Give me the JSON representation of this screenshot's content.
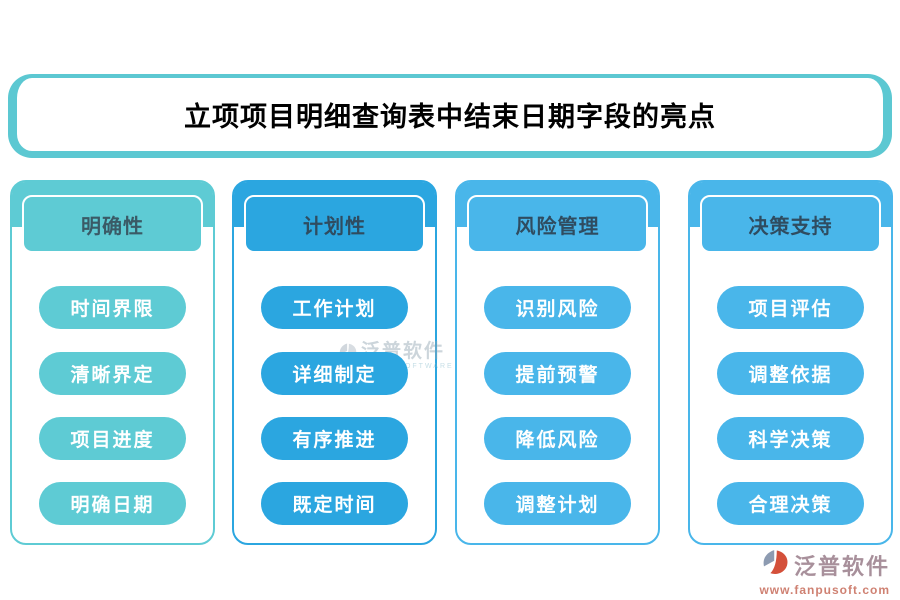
{
  "title": "立项项目明细查询表中结束日期字段的亮点",
  "columns": [
    {
      "title": "明确性",
      "color": "#5ecbd4",
      "items": [
        "时间界限",
        "清晰界定",
        "项目进度",
        "明确日期"
      ]
    },
    {
      "title": "计划性",
      "color": "#2ba6e0",
      "items": [
        "工作计划",
        "详细制定",
        "有序推进",
        "既定时间"
      ]
    },
    {
      "title": "风险管理",
      "color": "#49b6ea",
      "items": [
        "识别风险",
        "提前预警",
        "降低风险",
        "调整计划"
      ]
    },
    {
      "title": "决策支持",
      "color": "#49b6ea",
      "items": [
        "项目评估",
        "调整依据",
        "科学决策",
        "合理决策"
      ]
    }
  ],
  "watermark": {
    "brand": "泛普软件",
    "sub": "FANPU SOFTWARE"
  },
  "footer": {
    "brand": "泛普软件",
    "url": "www.fanpusoft.com"
  },
  "colors": {
    "banner_border": "#5cc8d2",
    "teal": "#5ecbd4",
    "blue": "#2ba6e0",
    "light_blue": "#49b6ea",
    "header_text": "#355a68",
    "pill_text": "#ffffff",
    "brand_text": "#a8909b",
    "url_text": "#cf8172"
  }
}
